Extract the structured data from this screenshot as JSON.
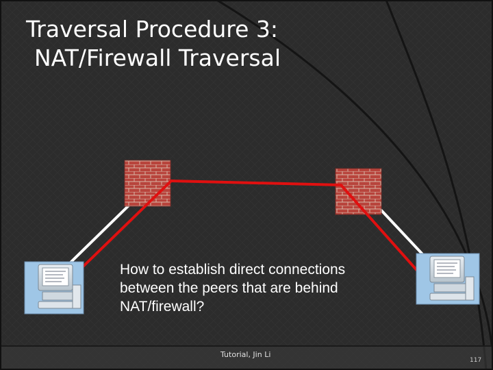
{
  "slide": {
    "title_line1": "Traversal Procedure 3:",
    "title_line2": "NAT/Firewall Traversal",
    "question": "How to establish direct connections between the peers that are behind NAT/firewall?",
    "footer": "Tutorial, Jin Li",
    "page_number": "117"
  },
  "diagram": {
    "left_peer_icon": "desktop-computer-icon",
    "right_peer_icon": "desktop-computer-icon",
    "left_firewall_icon": "brick-wall-icon",
    "right_firewall_icon": "brick-wall-icon",
    "connection_color": "#e01010",
    "link_color": "#ffffff"
  },
  "theme": {
    "background": "#2e2e2e",
    "frame": "#0f0f0f",
    "text": "#ffffff"
  }
}
